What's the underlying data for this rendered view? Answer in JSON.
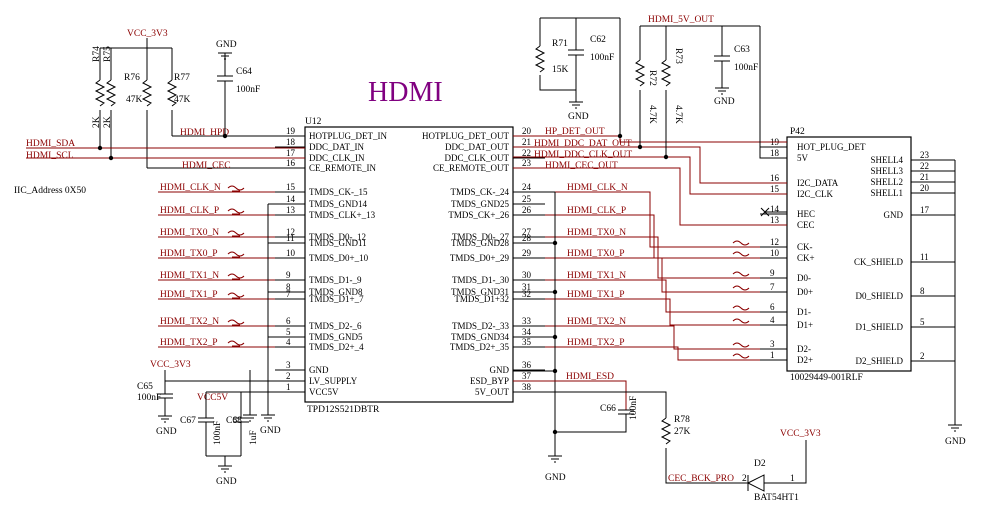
{
  "title": "HDMI",
  "iic_note": "IIC_Address 0X50",
  "u12": {
    "ref": "U12",
    "part": "TPD12S521DBTR",
    "left_pins": [
      {
        "num": "19",
        "name": "HOTPLUG_DET_IN"
      },
      {
        "num": "18",
        "name": "DDC_DAT_IN"
      },
      {
        "num": "17",
        "name": "DDC_CLK_IN"
      },
      {
        "num": "16",
        "name": "CE_REMOTE_IN"
      },
      {
        "num": "15",
        "name": "TMDS_CK-_15"
      },
      {
        "num": "14",
        "name": "TMDS_GND14"
      },
      {
        "num": "13",
        "name": "TMDS_CLK+_13"
      },
      {
        "num": "12",
        "name": "TMDS_D0-_12"
      },
      {
        "num": "11",
        "name": "TMDS_GND11"
      },
      {
        "num": "10",
        "name": "TMDS_D0+_10"
      },
      {
        "num": "9",
        "name": "TMDS_D1-_9"
      },
      {
        "num": "8",
        "name": "TMDS_GND8"
      },
      {
        "num": "7",
        "name": "TMDS_D1+_7"
      },
      {
        "num": "6",
        "name": "TMDS_D2-_6"
      },
      {
        "num": "5",
        "name": "TMDS_GND5"
      },
      {
        "num": "4",
        "name": "TMDS_D2+_4"
      },
      {
        "num": "3",
        "name": "GND"
      },
      {
        "num": "2",
        "name": "LV_SUPPLY"
      },
      {
        "num": "1",
        "name": "VCC5V"
      }
    ],
    "right_pins": [
      {
        "num": "20",
        "name": "HOTPLUG_DET_OUT"
      },
      {
        "num": "21",
        "name": "DDC_DAT_OUT"
      },
      {
        "num": "22",
        "name": "DDC_CLK_OUT"
      },
      {
        "num": "23",
        "name": "CE_REMOTE_OUT"
      },
      {
        "num": "24",
        "name": "TMDS_CK-_24"
      },
      {
        "num": "25",
        "name": "TMDS_GND25"
      },
      {
        "num": "26",
        "name": "TMDS_CK+_26"
      },
      {
        "num": "27",
        "name": "TMDS_D0-_27"
      },
      {
        "num": "28",
        "name": "TMDS_GND28"
      },
      {
        "num": "29",
        "name": "TMDS_D0+_29"
      },
      {
        "num": "30",
        "name": "TMDS_D1-_30"
      },
      {
        "num": "31",
        "name": "TMDS_GND31"
      },
      {
        "num": "32",
        "name": "TMDS_D1+32"
      },
      {
        "num": "33",
        "name": "TMDS_D2-_33"
      },
      {
        "num": "34",
        "name": "TMDS_GND34"
      },
      {
        "num": "35",
        "name": "TMDS_D2+_35"
      },
      {
        "num": "36",
        "name": "GND"
      },
      {
        "num": "37",
        "name": "ESD_BYP"
      },
      {
        "num": "38",
        "name": "5V_OUT"
      }
    ]
  },
  "p42": {
    "ref": "P42",
    "part": "10029449-001RLF",
    "left_pins": [
      {
        "num": "19",
        "name": "HOT_PLUG_DET"
      },
      {
        "num": "18",
        "name": "5V"
      },
      {
        "num": "16",
        "name": "I2C_DATA"
      },
      {
        "num": "15",
        "name": "I2C_CLK"
      },
      {
        "num": "14",
        "name": "HEC"
      },
      {
        "num": "13",
        "name": "CEC"
      },
      {
        "num": "12",
        "name": "CK-"
      },
      {
        "num": "10",
        "name": "CK+"
      },
      {
        "num": "9",
        "name": "D0-"
      },
      {
        "num": "7",
        "name": "D0+"
      },
      {
        "num": "6",
        "name": "D1-"
      },
      {
        "num": "4",
        "name": "D1+"
      },
      {
        "num": "3",
        "name": "D2-"
      },
      {
        "num": "1",
        "name": "D2+"
      }
    ],
    "right_pins": [
      {
        "num": "23",
        "name": "SHELL4"
      },
      {
        "num": "22",
        "name": "SHELL3"
      },
      {
        "num": "21",
        "name": "SHELL2"
      },
      {
        "num": "20",
        "name": "SHELL1"
      },
      {
        "num": "17",
        "name": "GND"
      },
      {
        "num": "11",
        "name": "CK_SHIELD"
      },
      {
        "num": "8",
        "name": "D0_SHIELD"
      },
      {
        "num": "5",
        "name": "D1_SHIELD"
      },
      {
        "num": "2",
        "name": "D2_SHIELD"
      }
    ]
  },
  "nets": {
    "vcc3v3": "VCC_3V3",
    "vcc5v": "VCC5V",
    "gnd": "GND",
    "hdmi_5v_out": "HDMI_5V_OUT",
    "hdmi_sda": "HDMI_SDA",
    "hdmi_scl": "HDMI_SCL",
    "hdmi_hpd": "HDMI_HPD",
    "hdmi_cec": "HDMI_CEC",
    "hdmi_clk_n": "HDMI_CLK_N",
    "hdmi_clk_p": "HDMI_CLK_P",
    "hdmi_tx0_n": "HDMI_TX0_N",
    "hdmi_tx0_p": "HDMI_TX0_P",
    "hdmi_tx1_n": "HDMI_TX1_N",
    "hdmi_tx1_p": "HDMI_TX1_P",
    "hdmi_tx2_n": "HDMI_TX2_N",
    "hdmi_tx2_p": "HDMI_TX2_P",
    "hp_det_out": "HP_DET_OUT",
    "hdmi_ddc_dat_out": "HDMI_DDC_DAT_OUT",
    "hdmi_ddc_clk_out": "HDMI_DDC_CLK_OUT",
    "hdmi_cec_out": "HDMI_CEC_OUT",
    "hdmi_esd": "HDMI_ESD",
    "cec_bck_pro": "CEC_BCK_PRO"
  },
  "components": {
    "r74": {
      "ref": "R74",
      "value": "2K"
    },
    "r75": {
      "ref": "R75",
      "value": "2K"
    },
    "r76": {
      "ref": "R76",
      "value": "47K"
    },
    "r77": {
      "ref": "R77",
      "value": "47K"
    },
    "c64": {
      "ref": "C64",
      "value": "100nF"
    },
    "c65": {
      "ref": "C65",
      "value": "100nF"
    },
    "c67": {
      "ref": "C67",
      "value": "100nF"
    },
    "c68": {
      "ref": "C68",
      "value": "1uF"
    },
    "r71": {
      "ref": "R71",
      "value": "15K"
    },
    "c62": {
      "ref": "C62",
      "value": "100nF"
    },
    "r72": {
      "ref": "R72",
      "value": "4.7K"
    },
    "r73": {
      "ref": "R73",
      "value": "4.7K"
    },
    "c63": {
      "ref": "C63",
      "value": "100nF"
    },
    "c66": {
      "ref": "C66",
      "value": "100nF"
    },
    "r78": {
      "ref": "R78",
      "value": "27K"
    },
    "d2": {
      "ref": "D2",
      "value": "BAT54HT1",
      "pin_a": "2",
      "pin_k": "1"
    }
  }
}
